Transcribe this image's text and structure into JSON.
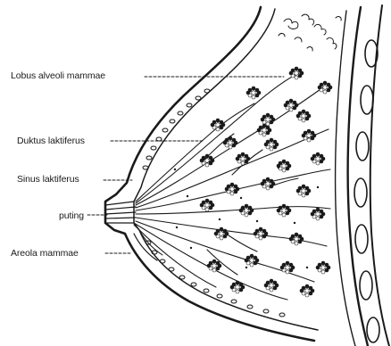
{
  "labels": {
    "lobus": "Lobus alveoli mammae",
    "duktus": "Duktus laktiferus",
    "sinus": "Sinus laktiferus",
    "puting": "puting",
    "areola": "Areola mammae"
  },
  "colors": {
    "ink": "#1a1a1a",
    "background": "#ffffff"
  }
}
